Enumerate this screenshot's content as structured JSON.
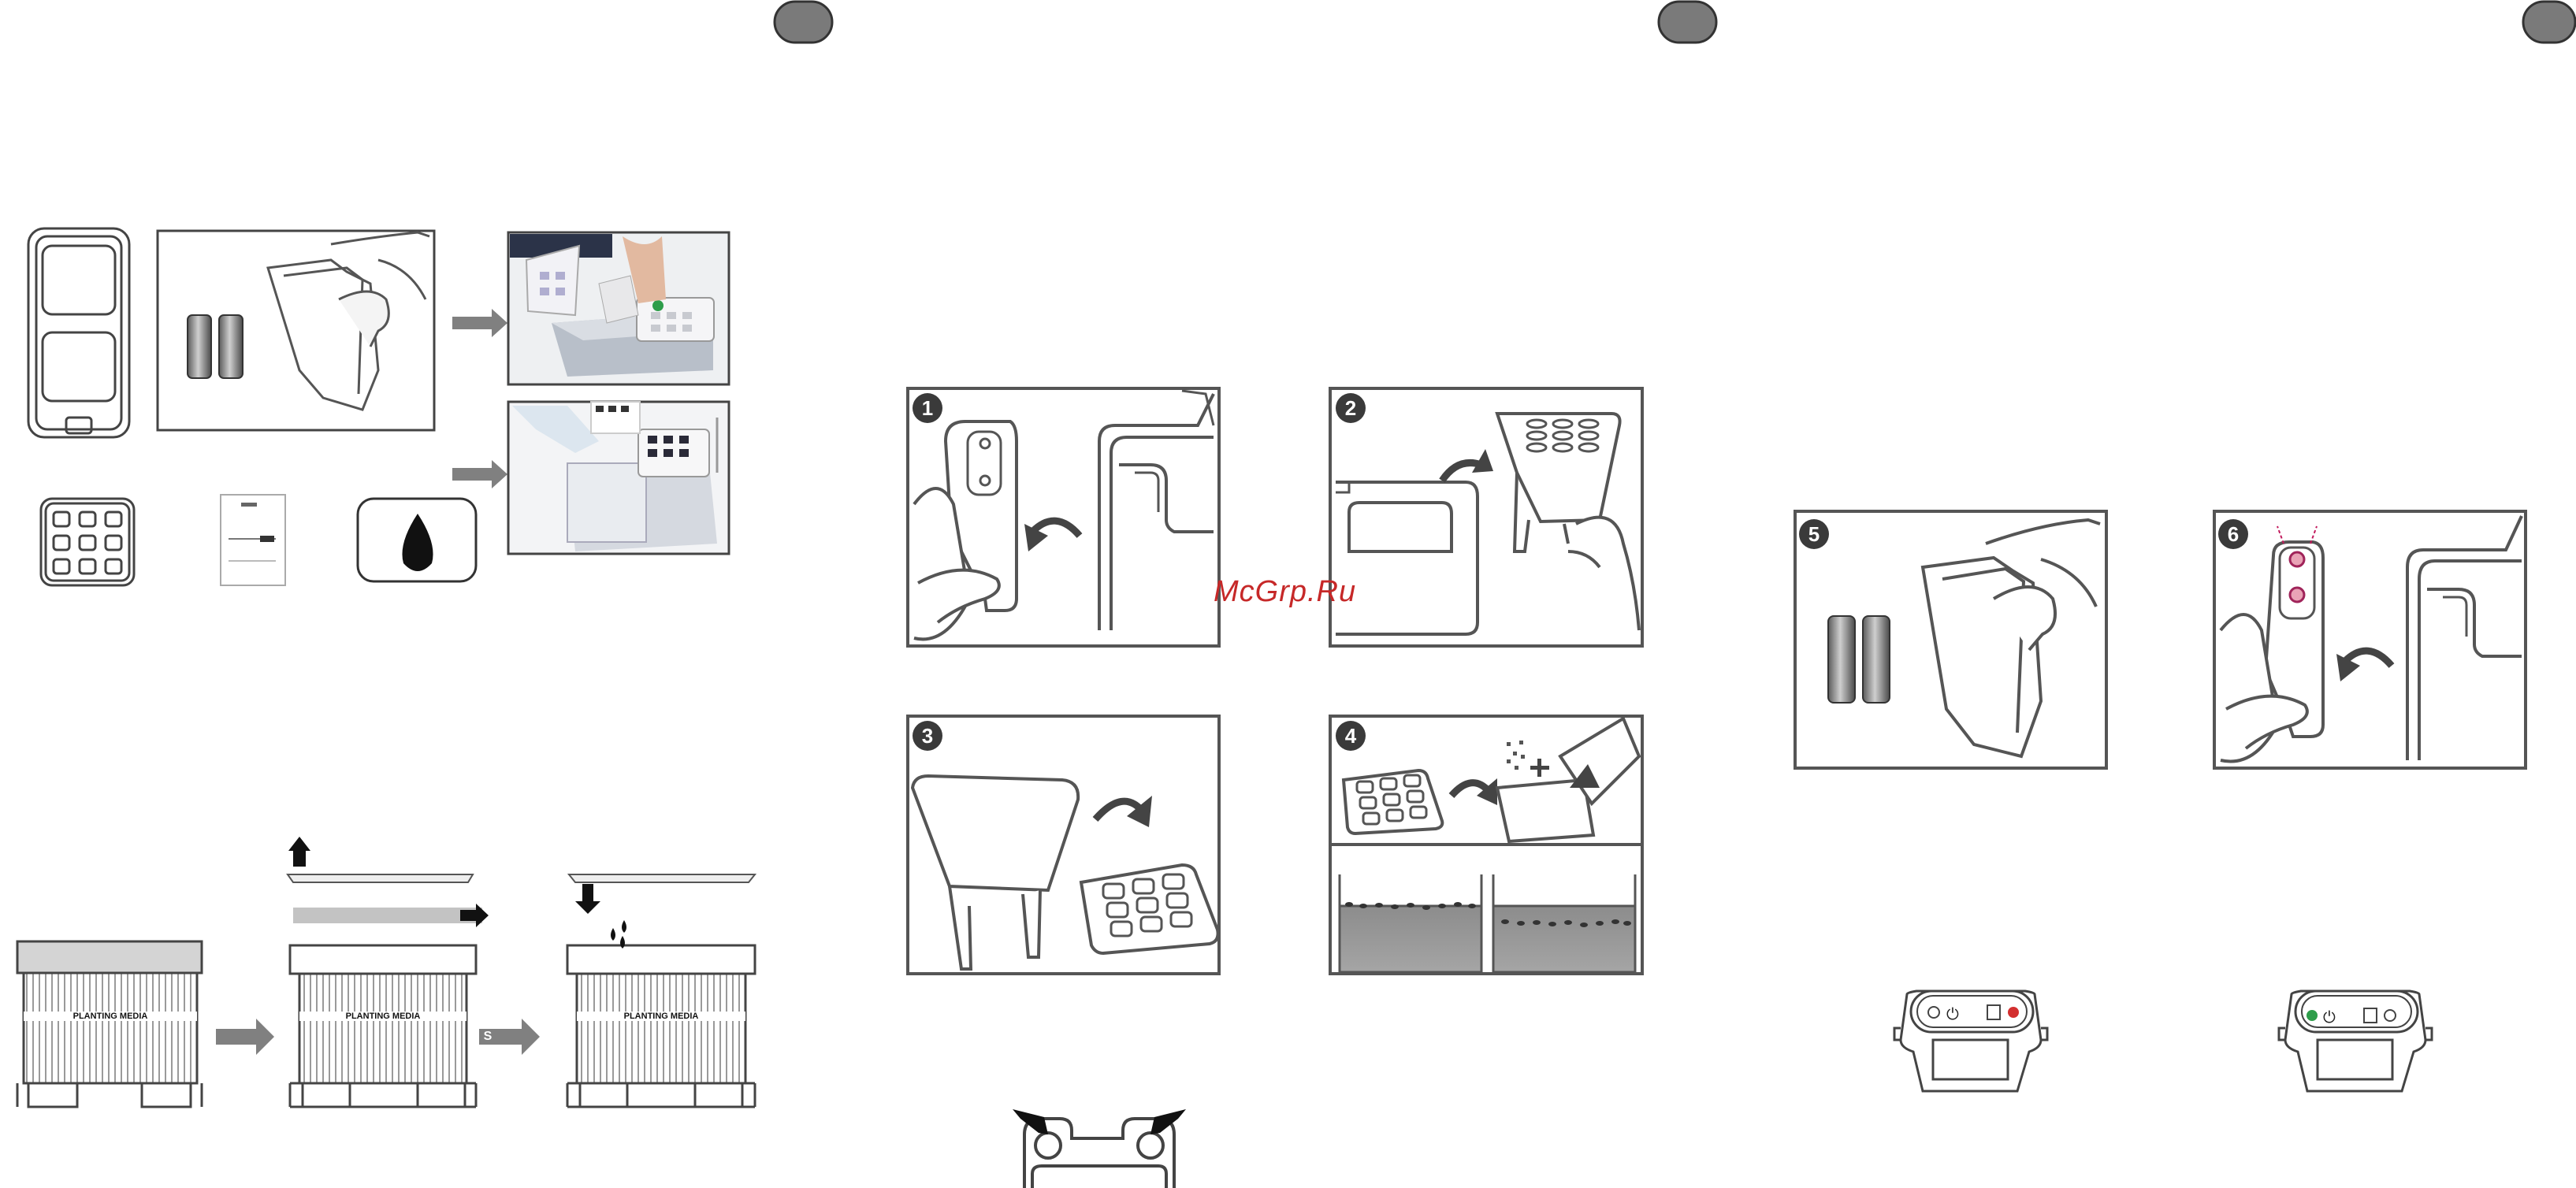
{
  "pages": [
    {
      "badge_color": "#7a7a7a"
    },
    {
      "badge_color": "#7a7a7a"
    },
    {
      "badge_color": "#7a7a7a"
    }
  ],
  "planting_boxes": [
    {
      "label": "PLANTING MEDIA"
    },
    {
      "label": "PLANTING MEDIA"
    },
    {
      "label": "PLANTING MEDIA"
    }
  ],
  "s_arrow_label": "S",
  "steps": [
    {
      "number": "1"
    },
    {
      "number": "2"
    },
    {
      "number": "3"
    },
    {
      "number": "4"
    },
    {
      "number": "5"
    },
    {
      "number": "6"
    }
  ],
  "watermark": "McGrp.Ru",
  "colors": {
    "line": "#555555",
    "arrow_gray": "#808080",
    "step_badge": "#3a3a3a",
    "indicator_red": "#d32f2f",
    "indicator_green": "#2e9d4a",
    "watermark_red": "#c62828"
  }
}
